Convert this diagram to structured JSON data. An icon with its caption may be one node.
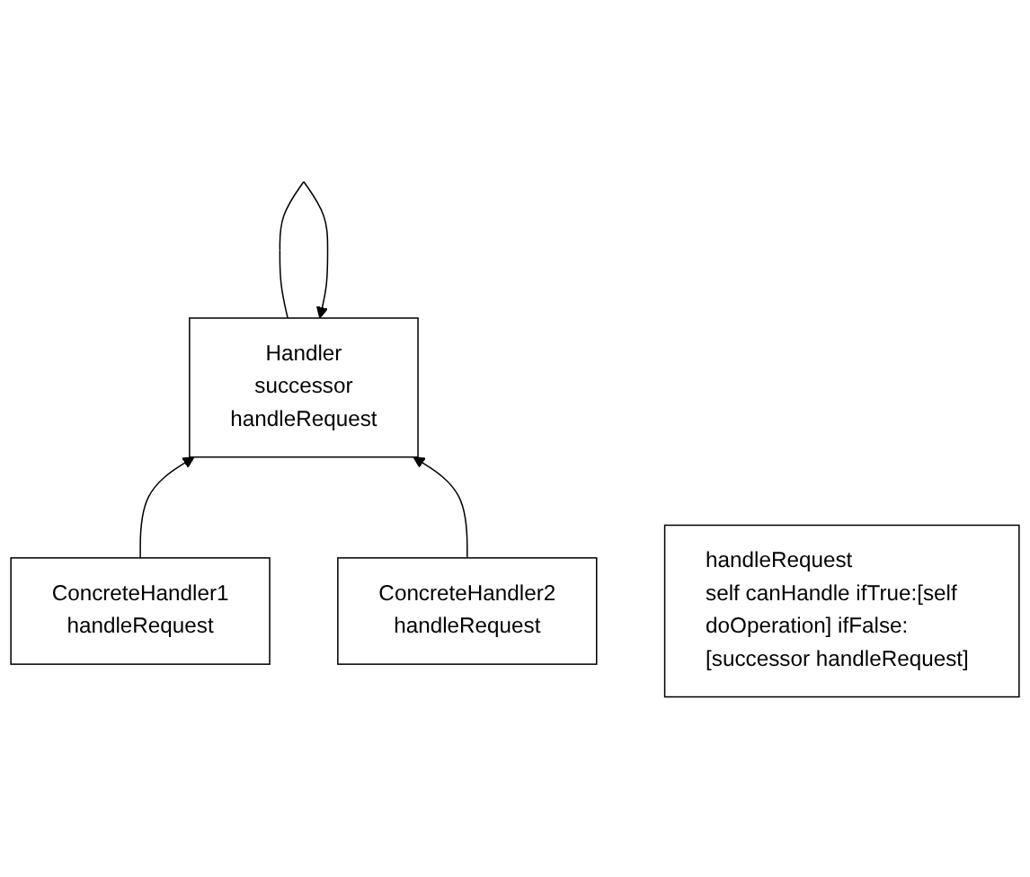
{
  "diagram": {
    "nodes": [
      {
        "text": [
          "Handler",
          "successor",
          "handleRequest"
        ]
      },
      {
        "text": [
          "ConcreteHandler1",
          "handleRequest"
        ]
      },
      {
        "text": [
          "ConcreteHandler2",
          "handleRequest"
        ]
      },
      {
        "text": [
          "handleRequest",
          "self canHandle ifTrue:[self doOperation] ifFalse:[successor handleRequest]"
        ]
      }
    ],
    "edges": [
      {
        "from": 0,
        "to": 0,
        "arrow": "to"
      },
      {
        "from": 1,
        "to": 0,
        "arrow": "to"
      },
      {
        "from": 2,
        "to": 0,
        "arrow": "to"
      }
    ]
  }
}
